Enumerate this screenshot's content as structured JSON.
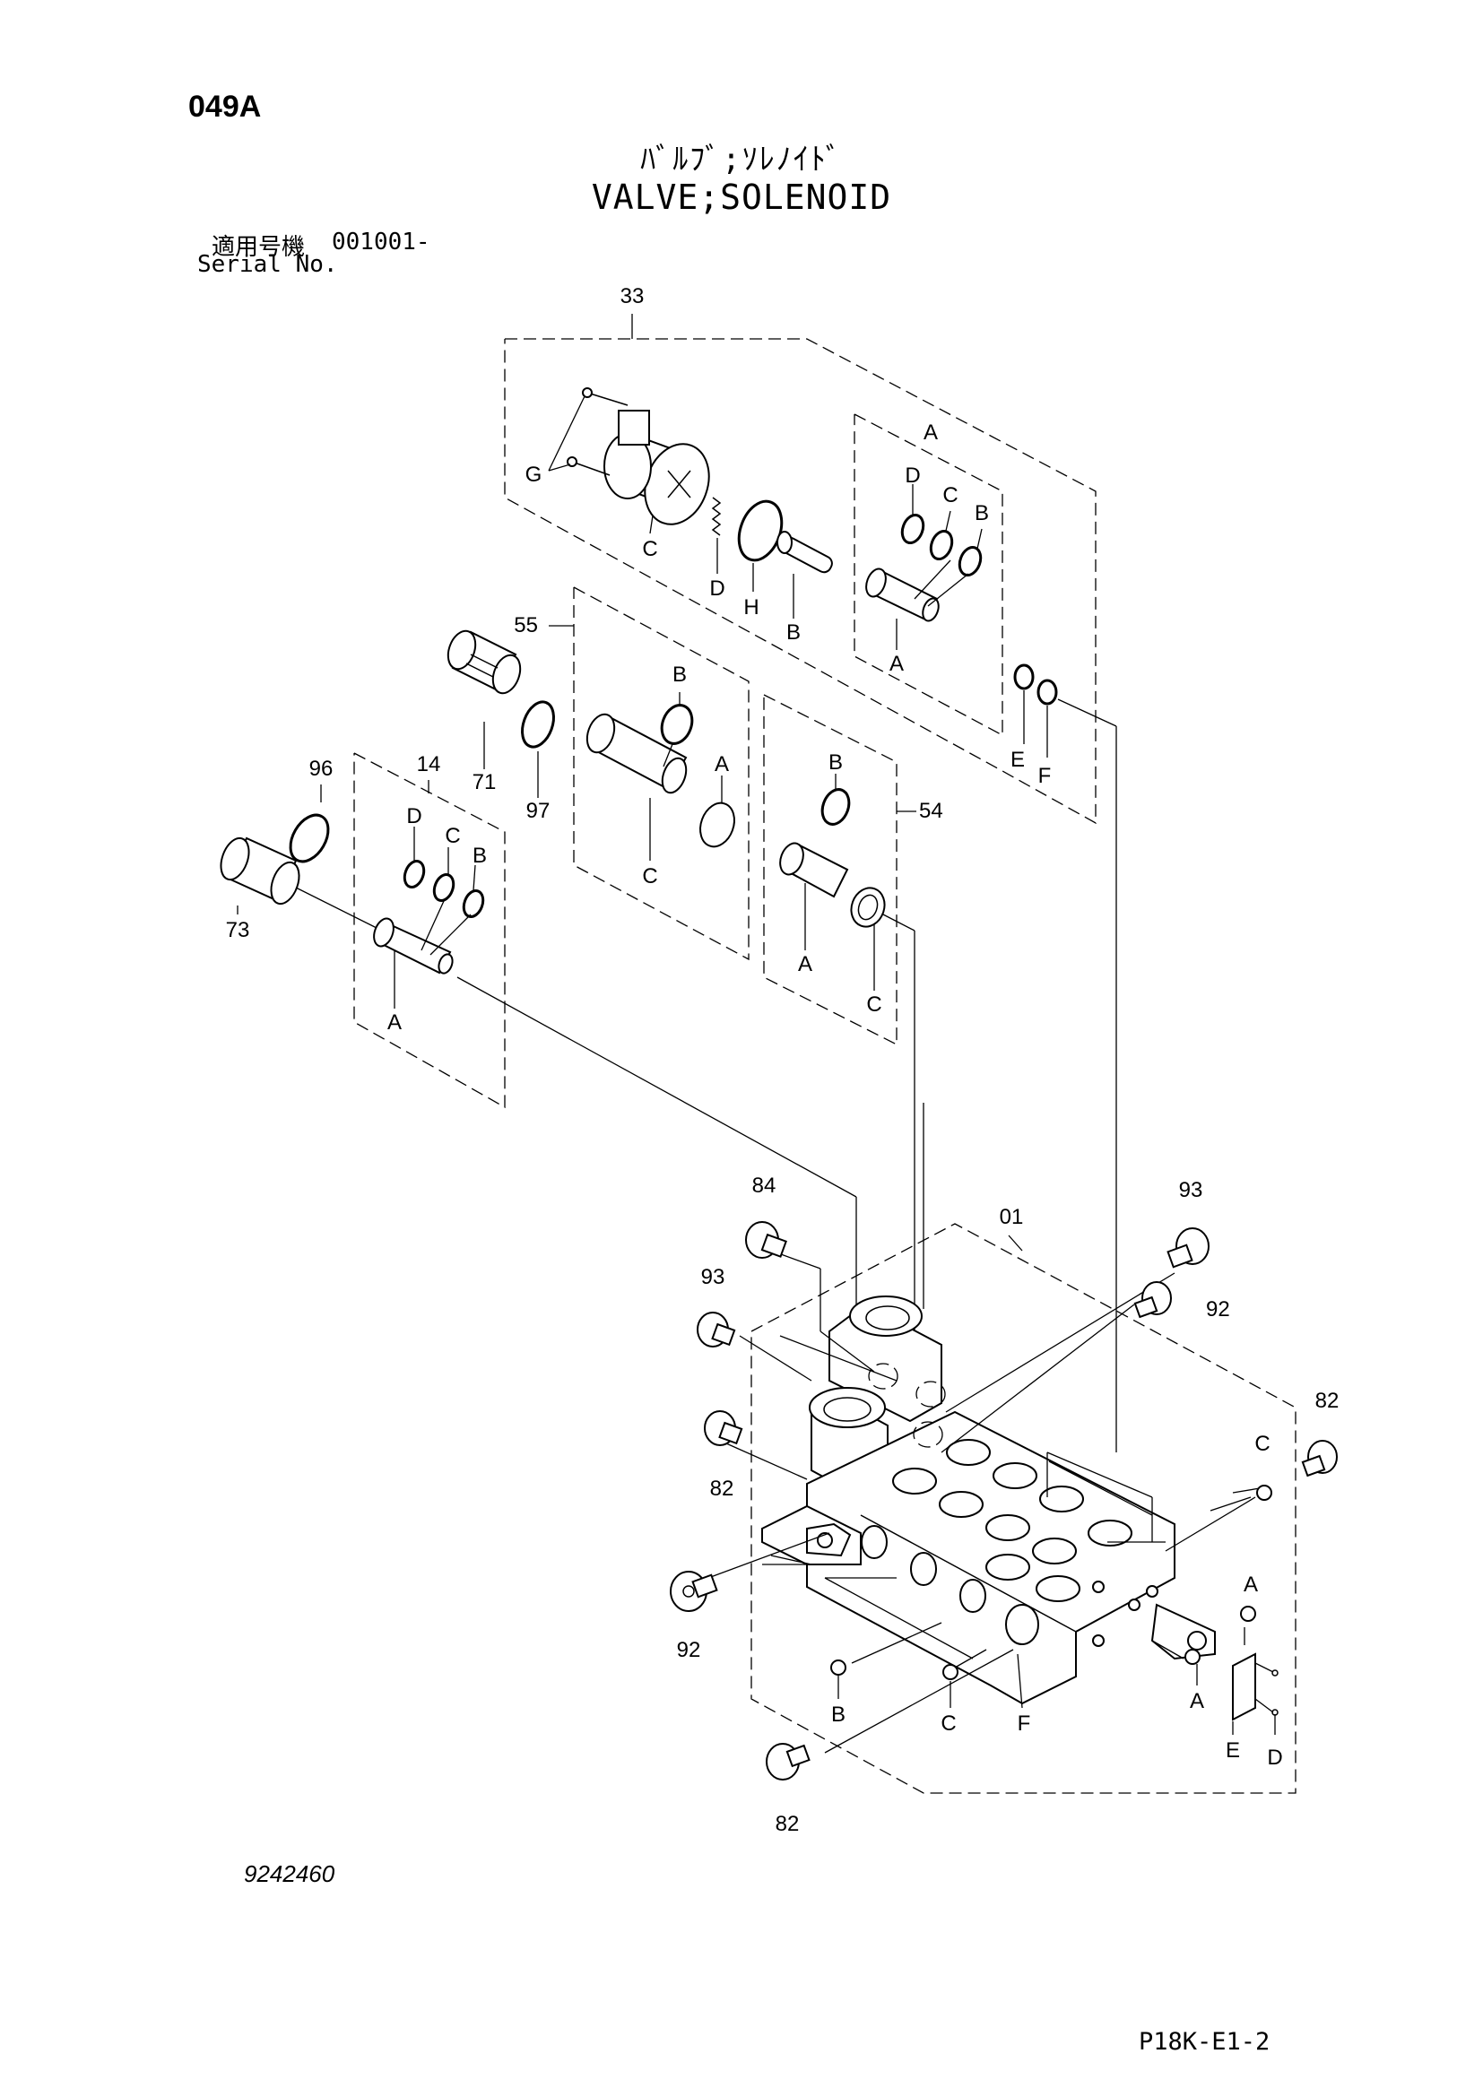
{
  "header": {
    "page_code": "049A",
    "title_jp": "ﾊﾞﾙﾌﾞ;ｿﾚﾉｲﾄﾞ",
    "title_en": "VALVE;SOLENOID",
    "serial_label_jp": "適用号機",
    "serial_value": "001001-",
    "serial_label_en": "Serial No."
  },
  "footer": {
    "drawing_number": "9242460",
    "sheet_ref": "P18K-E1-2"
  },
  "callouts": {
    "c33": "33",
    "c55": "55",
    "c54": "54",
    "c14": "14",
    "c96": "96",
    "c71": "71",
    "c97": "97",
    "c73": "73",
    "c84": "84",
    "c93a": "93",
    "c93b": "93",
    "c01": "01",
    "c92a": "92",
    "c82a": "82",
    "c82b": "82",
    "c92b": "92",
    "c82c": "82",
    "s33_G": "G",
    "s33_C": "C",
    "s33_D": "D",
    "s33_H": "H",
    "s33_B": "B",
    "s33_A_top": "A",
    "s33_D2": "D",
    "s33_C2": "C",
    "s33_B2": "B",
    "s33_A_bot": "A",
    "s33_E": "E",
    "s33_F": "F",
    "s55_B": "B",
    "s55_A": "A",
    "s55_C": "C",
    "s54_B": "B",
    "s54_A": "A",
    "s54_C": "C",
    "s14_D": "D",
    "s14_C": "C",
    "s14_B": "B",
    "s14_A": "A",
    "s01_C": "C",
    "s01_A1": "A",
    "s01_A2": "A",
    "s01_B": "B",
    "s01_C2": "C",
    "s01_F": "F",
    "s01_E": "E",
    "s01_D": "D"
  }
}
